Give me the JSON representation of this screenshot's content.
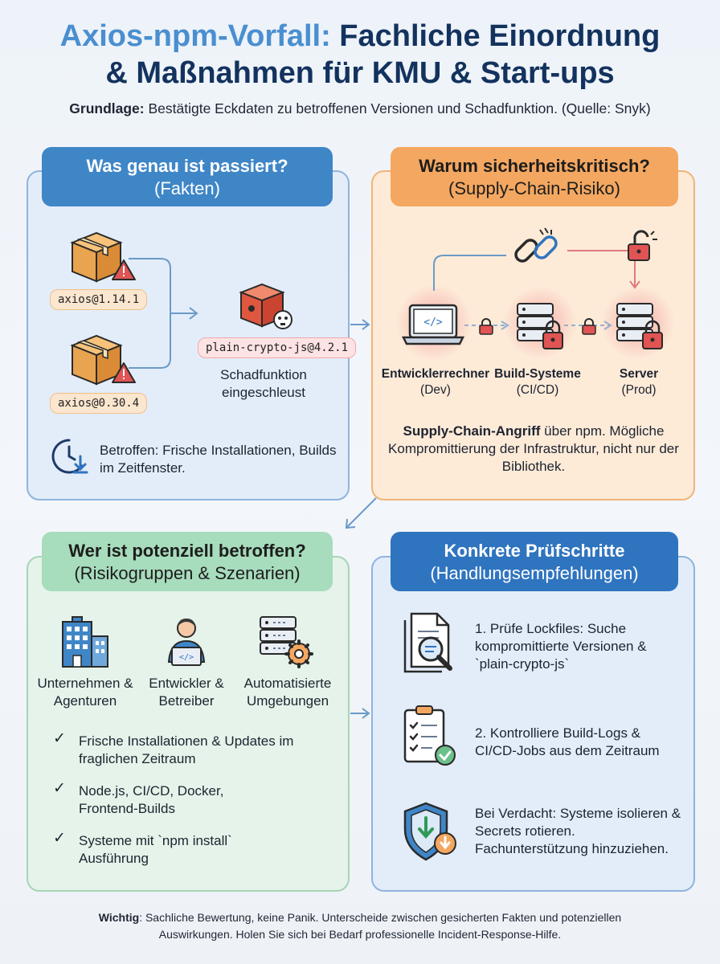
{
  "title": {
    "accent": "Axios-npm-Vorfall:",
    "rest_line1": " Fachliche Einordnung",
    "line2": "& Maßnahmen für KMU & Start-ups"
  },
  "subtitle": {
    "bold": "Grundlage:",
    "text": " Bestätigte Eckdaten zu betroffenen Versionen und Schadfunktion. (Quelle: Snyk)"
  },
  "panel_facts": {
    "heading": "Was genau ist passiert?",
    "subheading": "(Fakten)",
    "version_a": "axios@1.14.1",
    "version_b": "axios@0.30.4",
    "malicious_pkg": "plain-crypto-js@4.2.1",
    "malicious_caption": "Schadfunktion eingeschleust",
    "affected_text": "Betroffen: Frische Installationen, Builds im Zeitfenster."
  },
  "panel_risk": {
    "heading": "Warum sicherheitskritisch?",
    "subheading": "(Supply-Chain-Risiko)",
    "nodes": [
      {
        "label": "Entwicklerrechner",
        "sub": "(Dev)"
      },
      {
        "label": "Build-Systeme",
        "sub": "(CI/CD)"
      },
      {
        "label": "Server",
        "sub": "(Prod)"
      }
    ],
    "desc_bold": "Supply-Chain-Angriff",
    "desc_rest": " über npm. Mögliche Kompromittierung der Infrastruktur, nicht nur der Bibliothek."
  },
  "panel_who": {
    "heading": "Wer ist potenziell betroffen?",
    "subheading": "(Risikogruppen & Szenarien)",
    "groups": [
      {
        "label": "Unternehmen & Agenturen"
      },
      {
        "label": "Entwickler & Betreiber"
      },
      {
        "label": "Automatisierte Umgebungen"
      }
    ],
    "checks": [
      "Frische Installationen & Updates im fraglichen Zeitraum",
      "Node.js, CI/CD, Docker, Frontend-Builds",
      "Systeme mit `npm install` Ausführung"
    ]
  },
  "panel_steps": {
    "heading": "Konkrete Prüfschritte",
    "subheading": "(Handlungsempfehlungen)",
    "steps": [
      "1. Prüfe Lockfiles: Suche kompromittierte Versionen & `plain-crypto-js`",
      "2. Kontrolliere Build-Logs & CI/CD-Jobs aus dem Zeitraum",
      "Bei Verdacht: Systeme isolieren & Secrets rotieren. Fachunterstützung hinzuziehen."
    ]
  },
  "footer": {
    "bold": "Wichtig",
    "text": ": Sachliche Bewertung, keine Panik. Unterscheide zwischen gesicherten Fakten und potenziellen Auswirkungen. Holen Sie sich bei Bedarf professionelle Incident-Response-Hilfe."
  },
  "colors": {
    "blue": "#3f86c7",
    "orange": "#f4a760",
    "green": "#a7dcbc",
    "navy": "#13325e"
  }
}
